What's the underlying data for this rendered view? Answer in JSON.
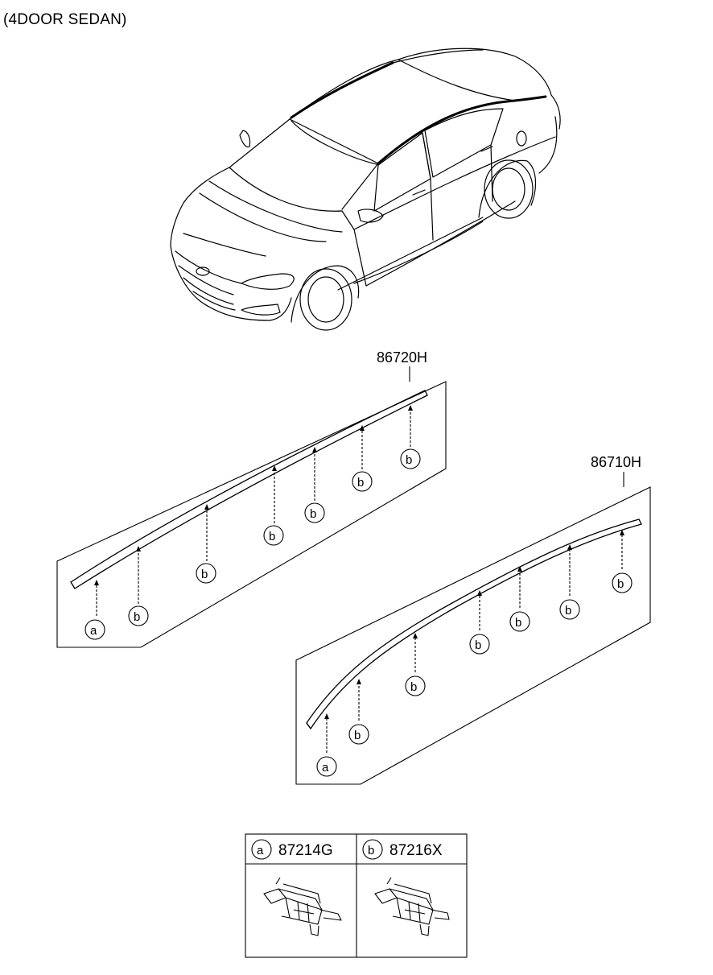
{
  "title": "(4DOOR SEDAN)",
  "parts": {
    "upper": {
      "part_number": "86720H"
    },
    "lower": {
      "part_number": "86710H"
    }
  },
  "callouts": {
    "a": "a",
    "b": "b"
  },
  "legend": {
    "a": {
      "letter": "a",
      "part_number": "87214G"
    },
    "b": {
      "letter": "b",
      "part_number": "87216X"
    }
  }
}
